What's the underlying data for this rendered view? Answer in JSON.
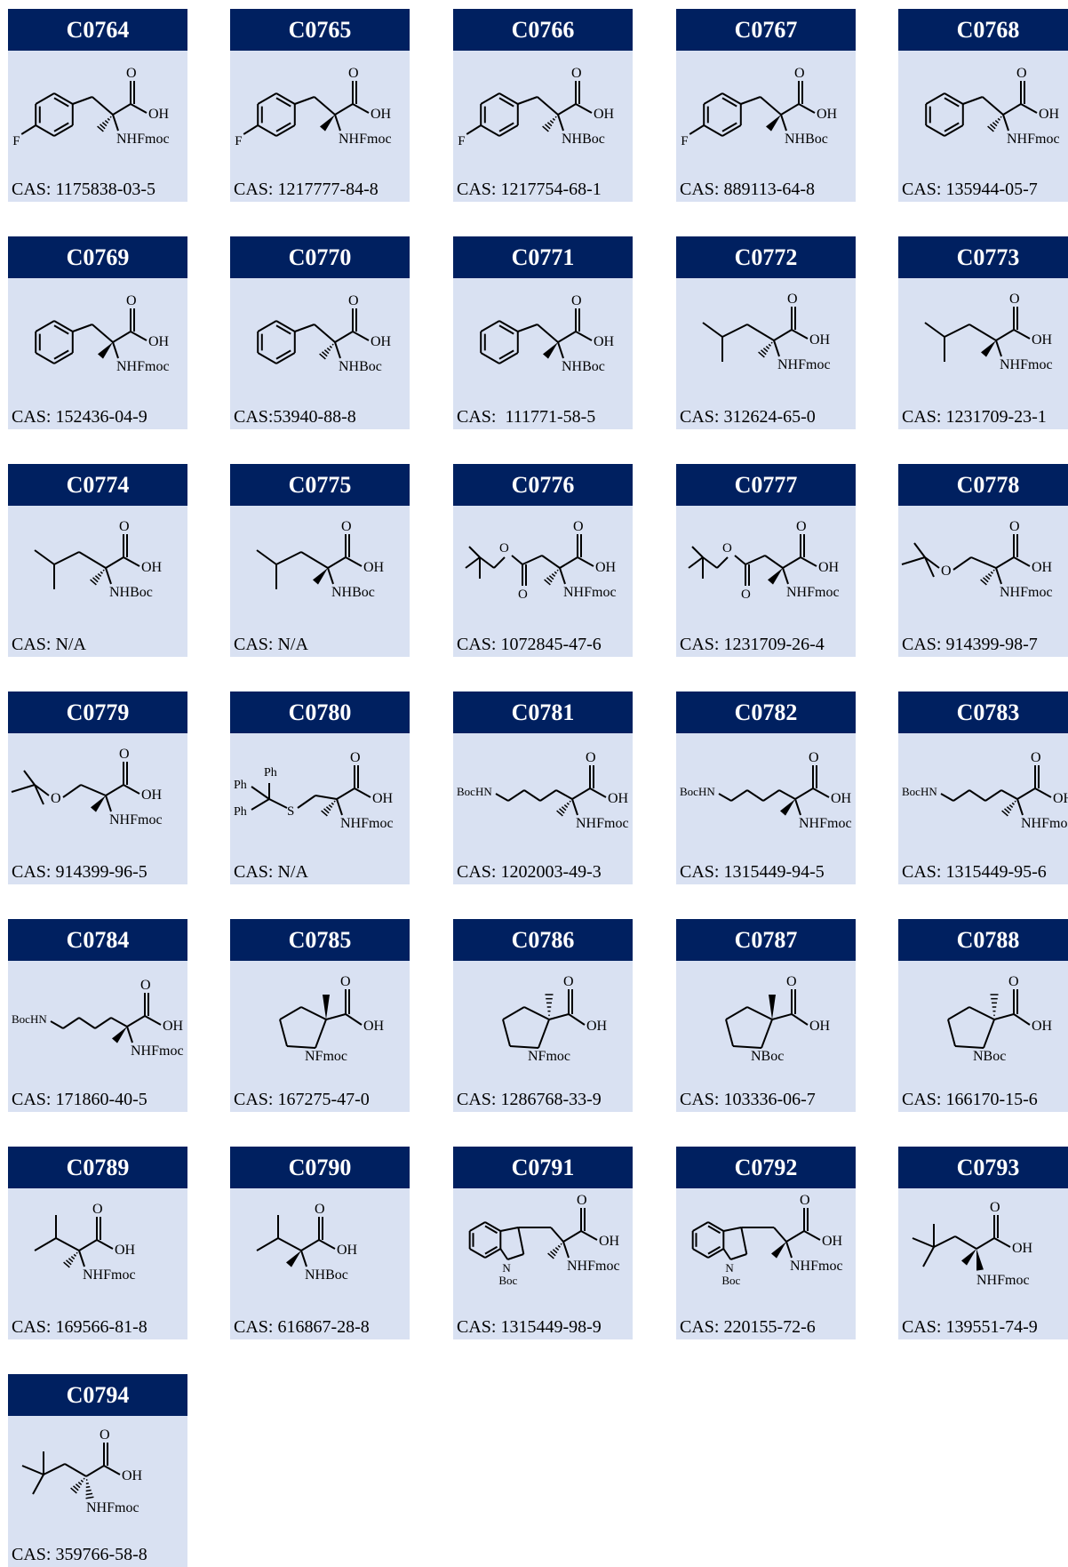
{
  "cards": [
    {
      "code": "C0764",
      "cas": "CAS: 1175838-03-5",
      "structure": "aryl",
      "acid_label": "OH",
      "amine_label": "NHFmoc",
      "aryl_substituent": "F",
      "stereo": "hash"
    },
    {
      "code": "C0765",
      "cas": "CAS: 1217777-84-8",
      "structure": "aryl",
      "acid_label": "OH",
      "amine_label": "NHFmoc",
      "aryl_substituent": "F",
      "stereo": "wedge"
    },
    {
      "code": "C0766",
      "cas": "CAS: 1217754-68-1",
      "structure": "aryl",
      "acid_label": "OH",
      "amine_label": "NHBoc",
      "aryl_substituent": "F",
      "stereo": "hash"
    },
    {
      "code": "C0767",
      "cas": "CAS: 889113-64-8",
      "structure": "aryl",
      "acid_label": "OH",
      "amine_label": "NHBoc",
      "aryl_substituent": "F",
      "stereo": "wedge"
    },
    {
      "code": "C0768",
      "cas": "CAS: 135944-05-7",
      "structure": "aryl",
      "acid_label": "OH",
      "amine_label": "NHFmoc",
      "aryl_substituent": "",
      "stereo": "hash"
    },
    {
      "code": "C0769",
      "cas": "CAS: 152436-04-9",
      "structure": "aryl",
      "acid_label": "OH",
      "amine_label": "NHFmoc",
      "aryl_substituent": "",
      "stereo": "wedge"
    },
    {
      "code": "C0770",
      "cas": "CAS:53940-88-8",
      "structure": "aryl",
      "acid_label": "OH",
      "amine_label": "NHBoc",
      "aryl_substituent": "",
      "stereo": "hash"
    },
    {
      "code": "C0771",
      "cas": "CAS:  111771-58-5",
      "structure": "aryl",
      "acid_label": "OH",
      "amine_label": "NHBoc",
      "aryl_substituent": "",
      "stereo": "wedge"
    },
    {
      "code": "C0772",
      "cas": "CAS: 312624-65-0",
      "structure": "isobutyl",
      "acid_label": "OH",
      "amine_label": "NHFmoc",
      "stereo": "hash"
    },
    {
      "code": "C0773",
      "cas": "CAS: 1231709-23-1",
      "structure": "isobutyl",
      "acid_label": "OH",
      "amine_label": "NHFmoc",
      "stereo": "wedge"
    },
    {
      "code": "C0774",
      "cas": "CAS: N/A",
      "structure": "isobutyl",
      "acid_label": "OH",
      "amine_label": "NHBoc",
      "stereo": "hash"
    },
    {
      "code": "C0775",
      "cas": "CAS: N/A",
      "structure": "isobutyl",
      "acid_label": "OH",
      "amine_label": "NHBoc",
      "stereo": "wedge"
    },
    {
      "code": "C0776",
      "cas": "CAS: 1072845-47-6",
      "structure": "ester",
      "acid_label": "OH",
      "amine_label": "NHFmoc",
      "ester_o1": "O",
      "ester_o2": "O",
      "stereo": "hash"
    },
    {
      "code": "C0777",
      "cas": "CAS: 1231709-26-4",
      "structure": "ester",
      "acid_label": "OH",
      "amine_label": "NHFmoc",
      "ester_o1": "O",
      "ester_o2": "O",
      "stereo": "wedge"
    },
    {
      "code": "C0778",
      "cas": "CAS: 914399-98-7",
      "structure": "ether",
      "acid_label": "OH",
      "amine_label": "NHFmoc",
      "ether_o": "O",
      "stereo": "hash"
    },
    {
      "code": "C0779",
      "cas": "CAS: 914399-96-5",
      "structure": "ether",
      "acid_label": "OH",
      "amine_label": "NHFmoc",
      "ether_o": "O",
      "stereo": "wedge"
    },
    {
      "code": "C0780",
      "cas": "CAS: N/A",
      "structure": "trityl",
      "acid_label": "OH",
      "amine_label": "NHFmoc",
      "ph1": "Ph",
      "ph2": "Ph",
      "ph3": "Ph",
      "sulfur": "S",
      "stereo": "hash"
    },
    {
      "code": "C0781",
      "cas": "CAS: 1202003-49-3",
      "structure": "chain",
      "acid_label": "OH",
      "amine_label": "NHFmoc",
      "chain_label": "BocHN",
      "stereo": "hash"
    },
    {
      "code": "C0782",
      "cas": "CAS: 1315449-94-5",
      "structure": "chain",
      "acid_label": "OH",
      "amine_label": "NHFmoc",
      "chain_label": "BocHN",
      "stereo": "wedge"
    },
    {
      "code": "C0783",
      "cas": "CAS: 1315449-95-6",
      "structure": "chain",
      "acid_label": "OH",
      "amine_label": "NHFmoc",
      "chain_label": "BocHN",
      "stereo": "hash"
    },
    {
      "code": "C0784",
      "cas": "CAS: 171860-40-5",
      "structure": "chain",
      "acid_label": "OH",
      "amine_label": "NHFmoc",
      "chain_label": "BocHN",
      "stereo": "wedge"
    },
    {
      "code": "C0785",
      "cas": "CAS: 167275-47-0",
      "structure": "proline",
      "acid_label": "OH",
      "ring_n_label": "NFmoc",
      "stereo": "wedge"
    },
    {
      "code": "C0786",
      "cas": "CAS: 1286768-33-9",
      "structure": "proline",
      "acid_label": "OH",
      "ring_n_label": "NFmoc",
      "stereo": "hash"
    },
    {
      "code": "C0787",
      "cas": "CAS: 103336-06-7",
      "structure": "proline",
      "acid_label": "OH",
      "ring_n_label": "NBoc",
      "stereo": "wedge"
    },
    {
      "code": "C0788",
      "cas": "CAS: 166170-15-6",
      "structure": "proline",
      "acid_label": "OH",
      "ring_n_label": "NBoc",
      "stereo": "hash"
    },
    {
      "code": "C0789",
      "cas": "CAS: 169566-81-8",
      "structure": "isopropyl",
      "acid_label": "OH",
      "amine_label": "NHFmoc",
      "stereo": "hash"
    },
    {
      "code": "C0790",
      "cas": "CAS: 616867-28-8",
      "structure": "isopropyl",
      "acid_label": "OH",
      "amine_label": "NHBoc",
      "stereo": "wedge"
    },
    {
      "code": "C0791",
      "cas": "CAS: 1315449-98-9",
      "structure": "indole",
      "acid_label": "OH",
      "amine_label": "NHFmoc",
      "indole_n": "N",
      "indole_boc": "Boc",
      "stereo": "hash"
    },
    {
      "code": "C0792",
      "cas": "CAS: 220155-72-6",
      "structure": "indole",
      "acid_label": "OH",
      "amine_label": "NHFmoc",
      "indole_n": "N",
      "indole_boc": "Boc",
      "stereo": "wedge"
    },
    {
      "code": "C0793",
      "cas": "CAS: 139551-74-9",
      "structure": "neopentyl",
      "acid_label": "OH",
      "amine_label": "NHFmoc",
      "stereo": "wedge"
    },
    {
      "code": "C0794",
      "cas": "CAS: 359766-58-8",
      "structure": "neopentyl",
      "acid_label": "OH",
      "amine_label": "NHFmoc",
      "stereo": "hash"
    }
  ],
  "carbonyl_o": "O"
}
